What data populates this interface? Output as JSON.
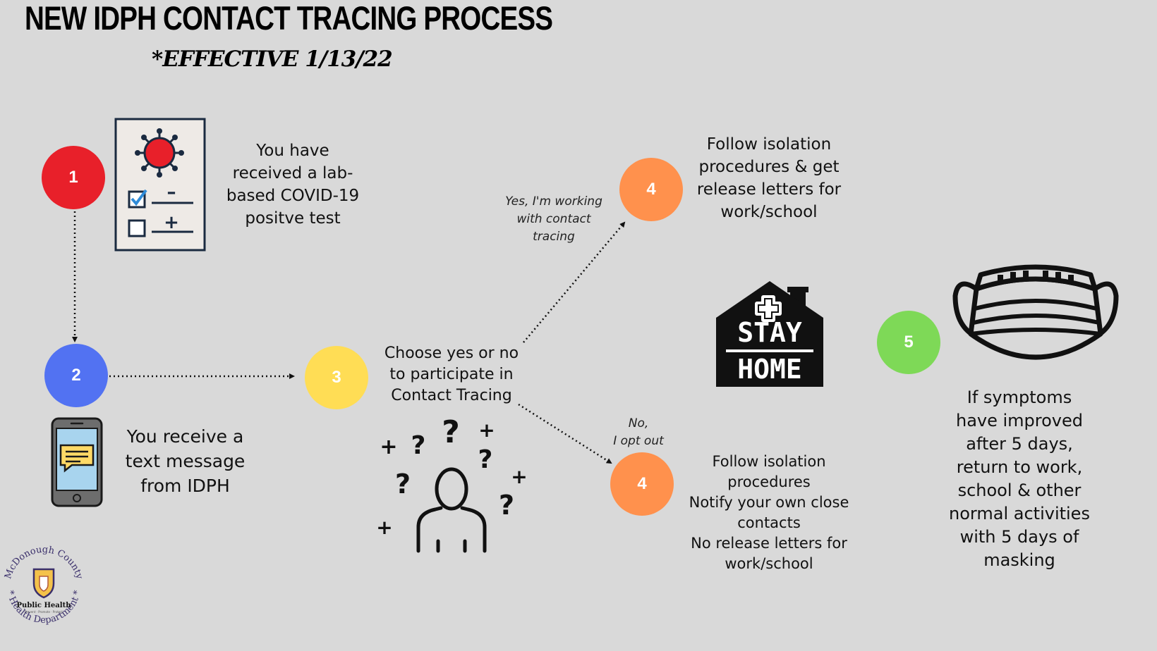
{
  "header": {
    "title": "NEW IDPH CONTACT TRACING PROCESS",
    "subtitle": "*EFFECTIVE 1/13/22"
  },
  "steps": [
    {
      "number": "1",
      "color": "#e8202a",
      "lines": [
        "You have",
        "received a lab-",
        "based COVID-19",
        "positve test"
      ]
    },
    {
      "number": "2",
      "color": "#5272f2",
      "lines": [
        "You receive a",
        "text message",
        "from IDPH"
      ]
    },
    {
      "number": "3",
      "color": "#ffdd55",
      "lines": [
        "Choose yes or no",
        "to participate in",
        "Contact Tracing"
      ]
    },
    {
      "number": "4",
      "color": "#ff914d",
      "branch_label": [
        "Yes, I'm working",
        "with contact",
        "tracing"
      ],
      "lines": [
        "Follow isolation",
        "procedures & get",
        "release letters for",
        "work/school"
      ]
    },
    {
      "number": "4",
      "color": "#ff914d",
      "branch_label": [
        "No,",
        "I opt out"
      ],
      "lines": [
        "Follow isolation",
        "procedures",
        "Notify your own close",
        "contacts",
        "No release letters for",
        "work/school"
      ]
    },
    {
      "number": "5",
      "color": "#7ed957",
      "lines": [
        "If symptoms",
        "have improved",
        "after 5 days,",
        "return to work,",
        "school & other",
        "normal activities",
        "with 5 days of",
        "masking"
      ]
    }
  ],
  "icons": {
    "test": {
      "minus": "–",
      "plus": "+"
    },
    "question_marks": [
      "?",
      "?",
      "?",
      "?",
      "?",
      "?"
    ],
    "plus_signs": [
      "+",
      "+",
      "+",
      "+"
    ],
    "stay_home": {
      "line1": "STAY",
      "line2": "HOME"
    }
  },
  "logo": {
    "ring_text_top": "McDonough County",
    "ring_text_bottom": "* Health Department *",
    "center_text": "Public Health",
    "tagline": "Prevent · Promote · Protect"
  }
}
